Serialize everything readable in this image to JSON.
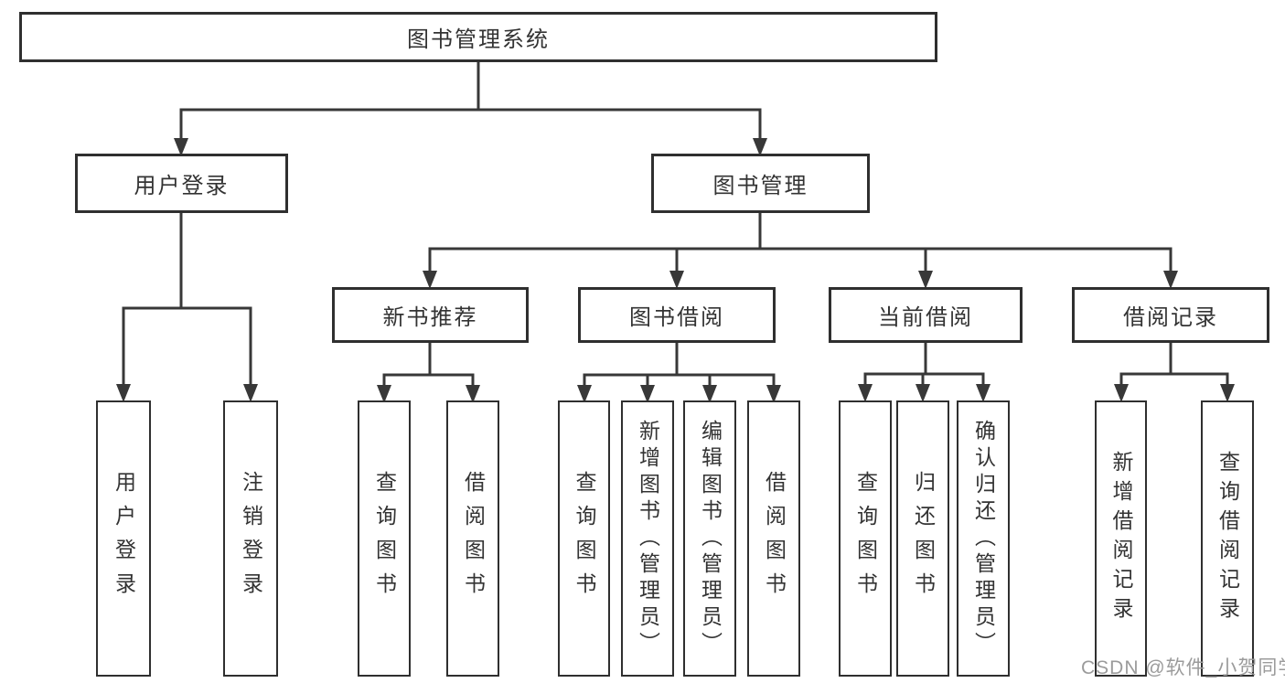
{
  "diagram_title": "图书管理系统",
  "nodes": {
    "root": "图书管理系统",
    "user_login": "用户登录",
    "book_mgmt": "图书管理",
    "new_book_rec": "新书推荐",
    "book_borrow": "图书借阅",
    "current_borrow": "当前借阅",
    "borrow_records": "借阅记录",
    "leaf_user_login": "用户登录",
    "leaf_logout": "注销登录",
    "leaf_nb_query": "查询图书",
    "leaf_nb_borrow": "借阅图书",
    "leaf_bb_query": "查询图书",
    "leaf_bb_add": "新增图书（管理员）",
    "leaf_bb_edit": "编辑图书（管理员）",
    "leaf_bb_borrow": "借阅图书",
    "leaf_cb_query": "查询图书",
    "leaf_cb_return": "归还图书",
    "leaf_cb_confirm": "确认归还（管理员）",
    "leaf_br_add": "新增借阅记录",
    "leaf_br_query": "查询借阅记录"
  },
  "hierarchy": {
    "图书管理系统": {
      "用户登录": [
        "用户登录",
        "注销登录"
      ],
      "图书管理": {
        "新书推荐": [
          "查询图书",
          "借阅图书"
        ],
        "图书借阅": [
          "查询图书",
          "新增图书（管理员）",
          "编辑图书（管理员）",
          "借阅图书"
        ],
        "当前借阅": [
          "查询图书",
          "归还图书",
          "确认归还（管理员）"
        ],
        "借阅记录": [
          "新增借阅记录",
          "查询借阅记录"
        ]
      }
    }
  },
  "watermark": "CSDN @软件_小贺同学",
  "colors": {
    "background": "#ffffff",
    "box_border": "#2f2f2f",
    "connector": "#383838",
    "text": "#333333",
    "watermark_text": "#9b9b9b"
  }
}
